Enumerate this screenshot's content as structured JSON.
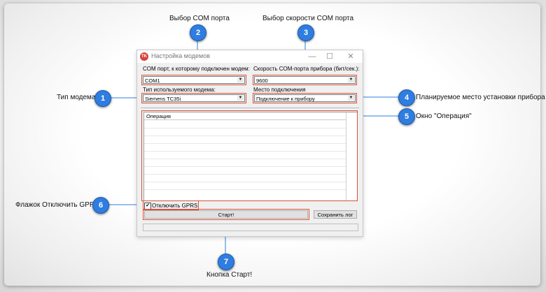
{
  "callouts": {
    "c1": {
      "number": "1",
      "label": "Тип модема"
    },
    "c2": {
      "number": "2",
      "label": "Выбор COM порта"
    },
    "c3": {
      "number": "3",
      "label": "Выбор скорости COM порта"
    },
    "c4": {
      "number": "4",
      "label": "Планируемое место установки прибора"
    },
    "c5": {
      "number": "5",
      "label": "Окно \"Операция\""
    },
    "c6": {
      "number": "6",
      "label": "Флажок Отключить GPRS"
    },
    "c7": {
      "number": "7",
      "label": "Кнопка Старт!"
    }
  },
  "window": {
    "title": "Настройка модемов",
    "minimize": "—",
    "maximize": "☐",
    "close": "✕"
  },
  "form": {
    "com_port_label": "COM порт, к которому подключен модем:",
    "com_port_value": "COM1",
    "speed_label": "Скорость COM-порта прибора (бит/сек.):",
    "speed_value": "9600",
    "modem_type_label": "Тип используемого модема:",
    "modem_type_value": "Siemens TC35i",
    "location_label": "Место подключения",
    "location_value": "Подключение к прибору",
    "operations_header": "Операция",
    "gprs_checkbox_label": "Отключить GPRS",
    "gprs_checked": "✔",
    "start_button": "Старт!",
    "save_log_button": "Сохранить лог",
    "dropdown_arrow": "▼"
  },
  "colors": {
    "accent": "#2f7de0",
    "highlight": "#d9533a"
  }
}
